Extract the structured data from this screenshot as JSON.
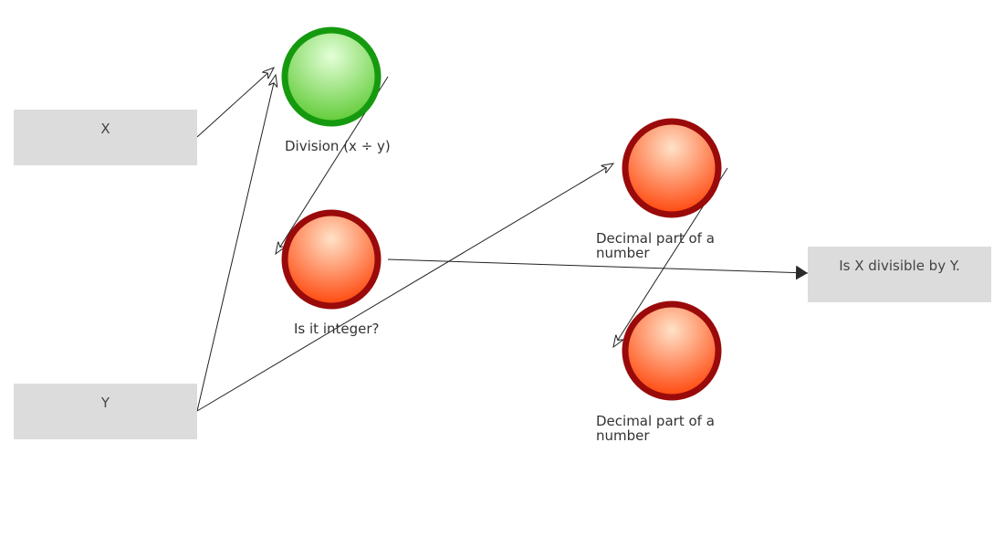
{
  "inputs": {
    "x": "X",
    "y": "Y"
  },
  "output": "Is X divisible by Y.",
  "nodes": {
    "division": {
      "label": "Division (x ÷ y)",
      "color": "green"
    },
    "is_integer": {
      "label": "Is it integer?",
      "color": "red"
    },
    "decimal_1": {
      "label": "Decimal part of a number",
      "color": "red"
    },
    "decimal_2": {
      "label": "Decimal part of a number",
      "color": "red"
    }
  },
  "colors": {
    "green_ring": "#159a0f",
    "green_fill_light": "#e4ffd8",
    "green_fill_dark": "#63cc3a",
    "red_ring": "#9a0a0a",
    "red_fill_light": "#ffe2c8",
    "red_fill_dark": "#ff4a10",
    "box_bg": "#dcdcdc",
    "edge": "#222222"
  }
}
